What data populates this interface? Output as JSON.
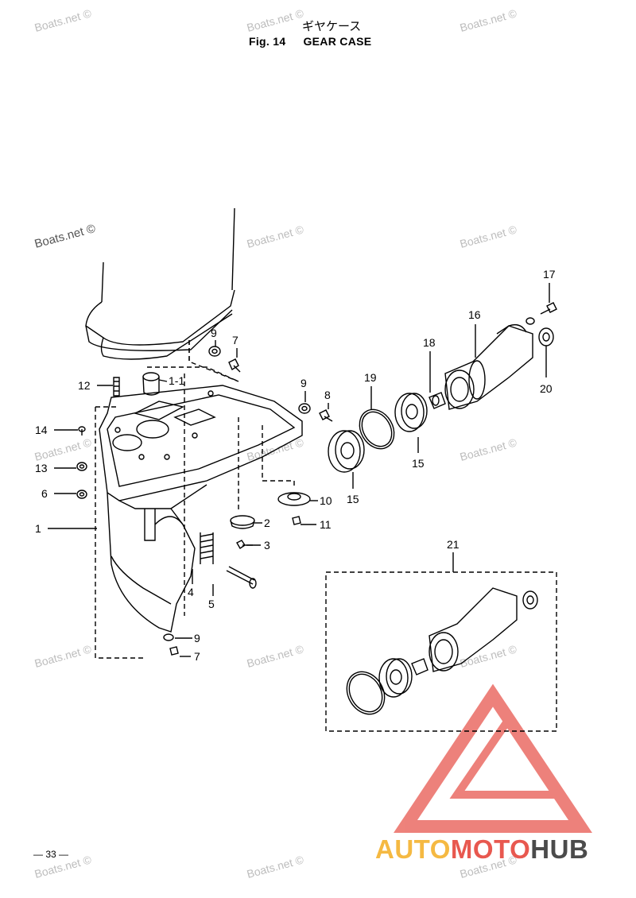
{
  "header": {
    "title_jp": "ギヤケース",
    "fig_label": "Fig. 14",
    "title_en": "GEAR CASE"
  },
  "watermark": {
    "text": "Boats.net ©"
  },
  "callouts": [
    "1",
    "1-1",
    "2",
    "3",
    "4",
    "5",
    "6",
    "7",
    "8",
    "9",
    "10",
    "11",
    "12",
    "13",
    "14",
    "15",
    "16",
    "17",
    "18",
    "19",
    "20",
    "21"
  ],
  "page_number": "— 33 —",
  "logo": {
    "part1": "AUTO",
    "part2": "MOTO",
    "part3": "HUB",
    "colors": {
      "auto": "#f5b942",
      "moto": "#e8584f",
      "hub": "#4b4b4b",
      "triangle": "#e8584f"
    }
  }
}
